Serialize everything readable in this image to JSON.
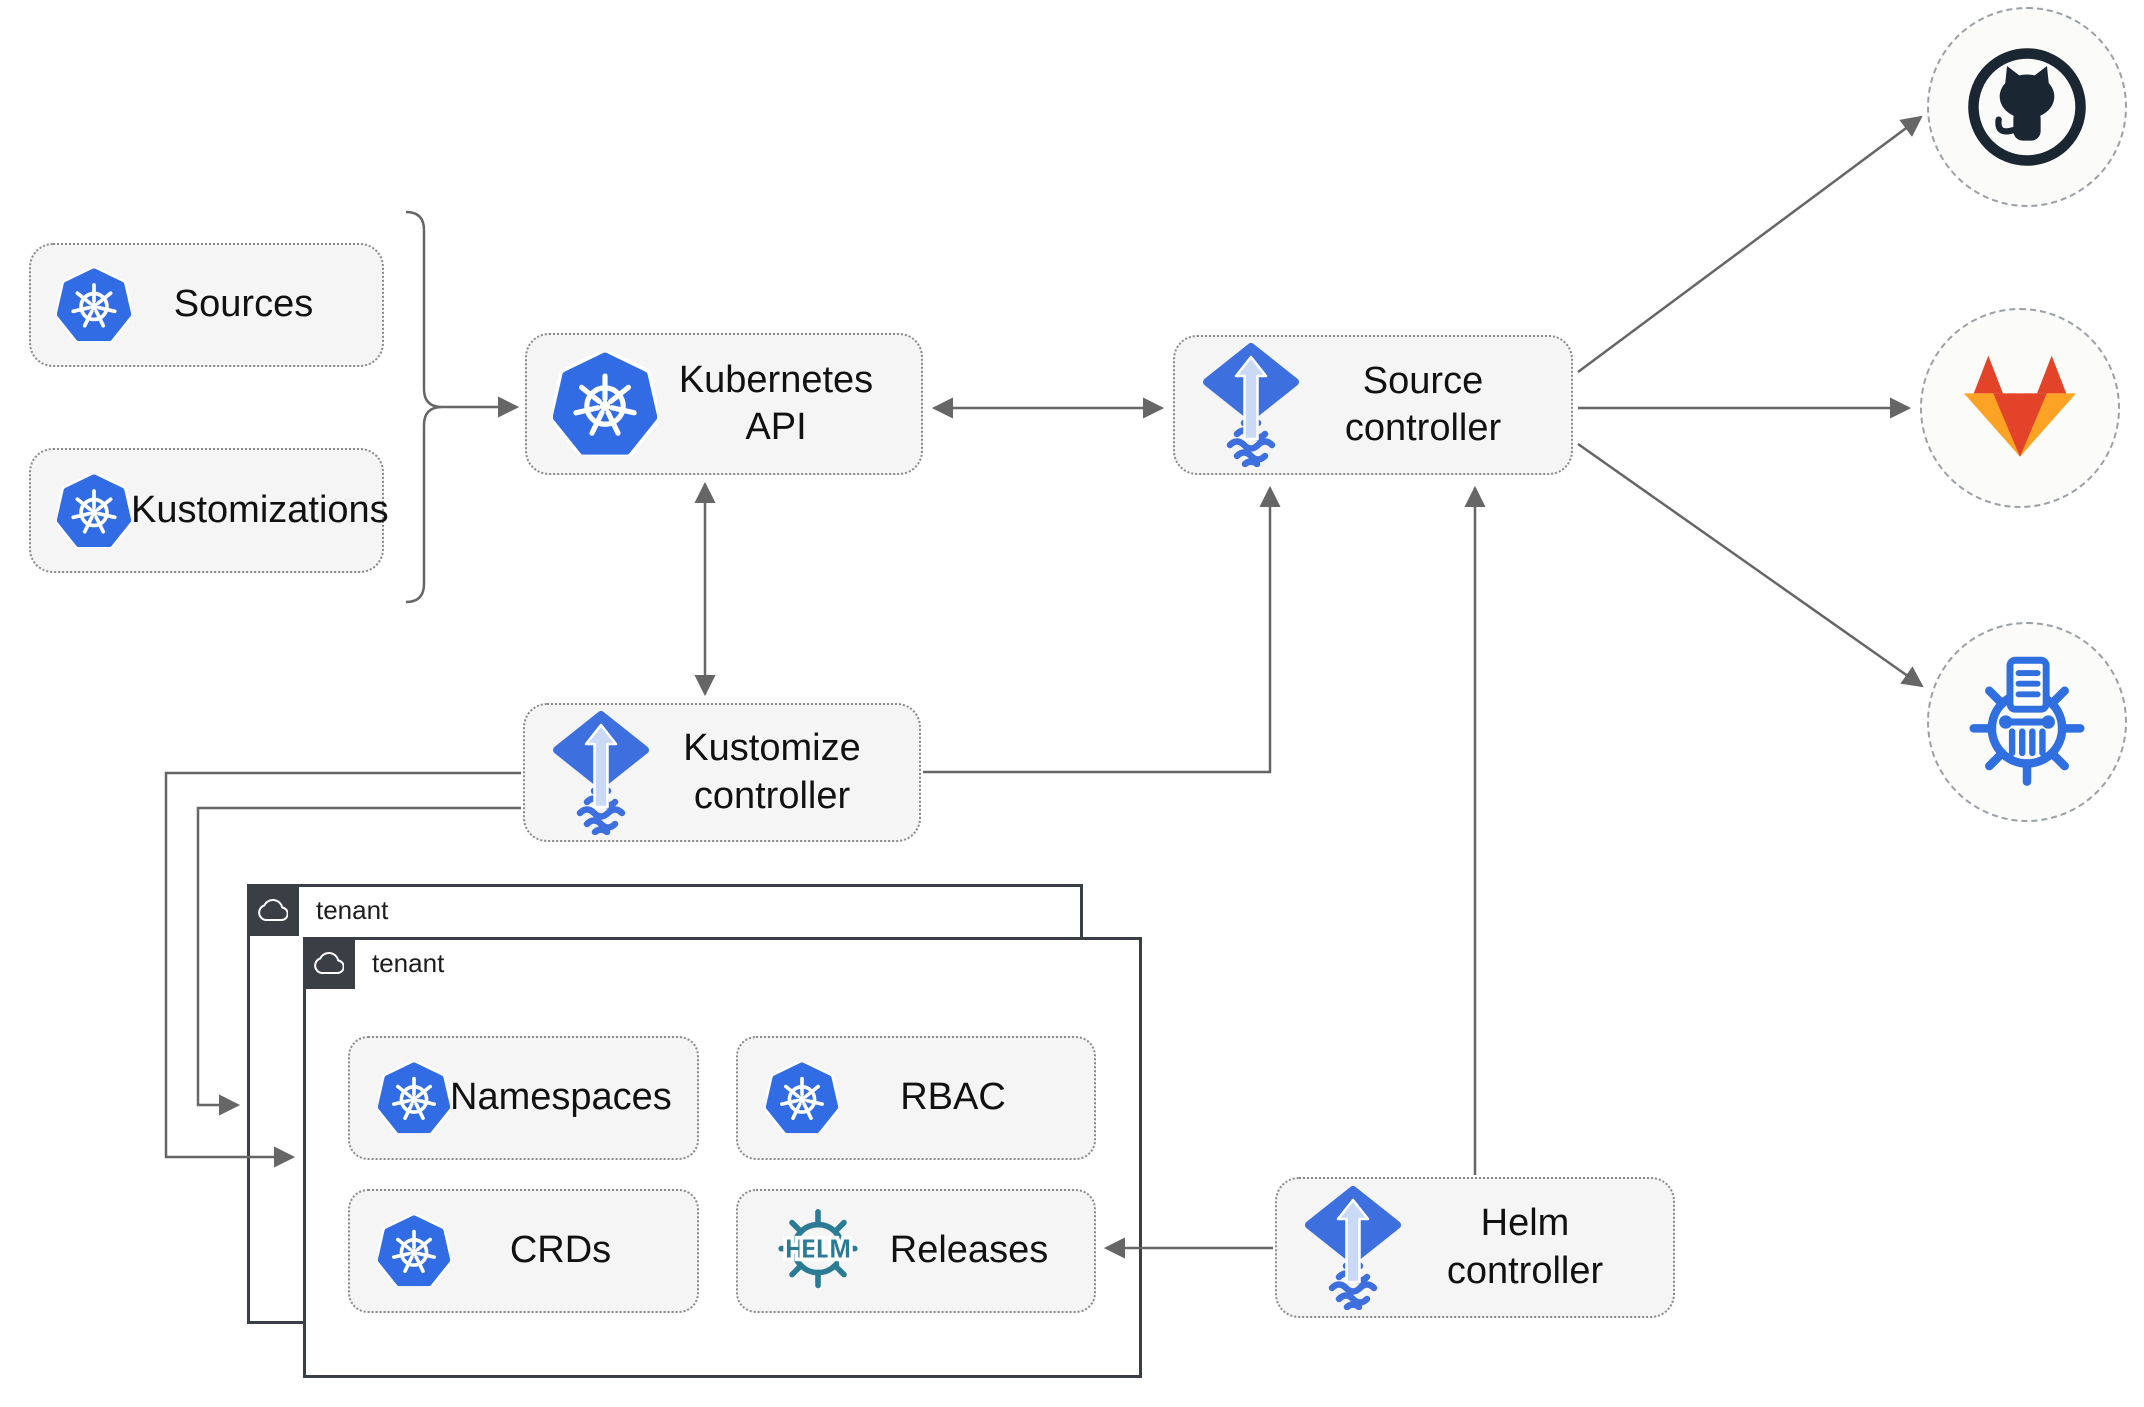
{
  "nodes": {
    "sources": {
      "label": "Sources"
    },
    "kustomizations": {
      "label": "Kustomizations"
    },
    "kubernetes_api": {
      "label": "Kubernetes API"
    },
    "source_controller": {
      "label": "Source controller"
    },
    "kustomize_controller": {
      "label": "Kustomize controller"
    },
    "helm_controller": {
      "label": "Helm controller"
    },
    "tenant_back": {
      "label": "tenant"
    },
    "tenant_front": {
      "label": "tenant"
    },
    "namespaces": {
      "label": "Namespaces"
    },
    "rbac": {
      "label": "RBAC"
    },
    "crds": {
      "label": "CRDs"
    },
    "releases": {
      "label": "Releases",
      "logo_text": "HELM"
    }
  },
  "external_targets": [
    {
      "name": "github"
    },
    {
      "name": "gitlab"
    },
    {
      "name": "chartmuseum"
    }
  ],
  "edges": [
    {
      "from": "sources+kustomizations",
      "to": "kubernetes_api",
      "type": "arrow"
    },
    {
      "from": "kubernetes_api",
      "to": "source_controller",
      "type": "double-arrow"
    },
    {
      "from": "kubernetes_api",
      "to": "kustomize_controller",
      "type": "double-arrow"
    },
    {
      "from": "kustomize_controller",
      "to": "source_controller",
      "type": "arrow"
    },
    {
      "from": "helm_controller",
      "to": "source_controller",
      "type": "arrow"
    },
    {
      "from": "helm_controller",
      "to": "releases",
      "type": "arrow"
    },
    {
      "from": "kustomize_controller",
      "to": "tenant_front",
      "type": "arrow"
    },
    {
      "from": "kustomize_controller",
      "to": "tenant_back",
      "type": "arrow"
    },
    {
      "from": "source_controller",
      "to": "github",
      "type": "arrow"
    },
    {
      "from": "source_controller",
      "to": "gitlab",
      "type": "arrow"
    },
    {
      "from": "source_controller",
      "to": "chartmuseum",
      "type": "arrow"
    }
  ],
  "colors": {
    "line": "#666666",
    "boxfill": "#F5F5F5",
    "boxborder": "#8A8A8A",
    "k8s": "#326CE5",
    "flux": "#3E6FDE",
    "fluxlight": "#C9D9F6",
    "helm": "#2A7B93",
    "gh": "#1B2633",
    "gl1": "#E24329",
    "gl2": "#FC6D26",
    "gl3": "#FCA326",
    "cm": "#2F6FE0",
    "tenantborder": "#3A3F45",
    "tab": "#3A3F45",
    "circlefill": "#FBFBF9",
    "circleborder": "#9AA0A6",
    "label": "#111111"
  }
}
